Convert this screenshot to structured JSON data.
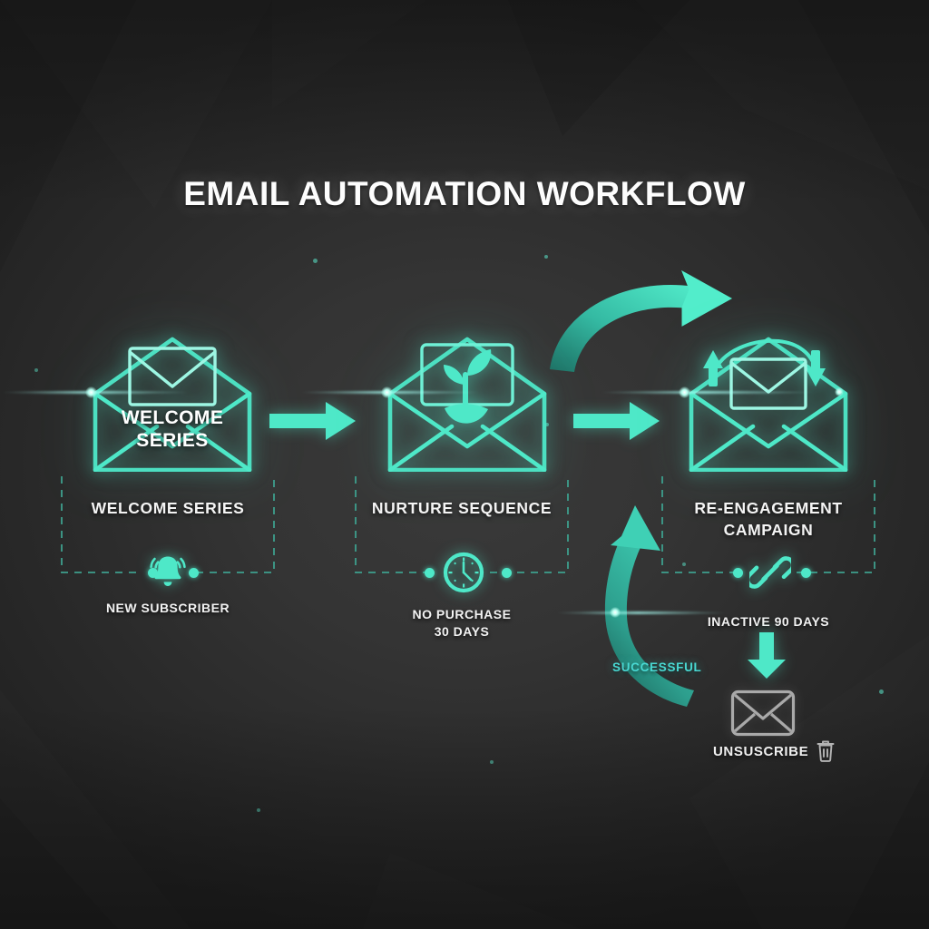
{
  "title": "EMAIL AUTOMATION WORKFLOW",
  "theme": {
    "accent": "#4EE8C8",
    "accent_dim": "#2e9e8c",
    "successful_text": "#49D8D2",
    "background": "#2F2F2F",
    "label_text": "#F4F4F4",
    "dashed_border": "#3E9F8D",
    "muted_gray": "#9A9A9A"
  },
  "nodes": [
    {
      "id": "welcome-series",
      "envelope_label": "WELCOME\nSERIES",
      "envelope_label_line1": "WELCOME",
      "envelope_label_line2": "SERIES",
      "stage_label": "WELCOME SERIES",
      "icon": "open-envelope-icon",
      "trigger_icon": "bell-icon",
      "trigger_label_line1": "NEW SUBSCRIBER",
      "trigger_label_line2": ""
    },
    {
      "id": "nurture-sequence",
      "envelope_label": "",
      "envelope_label_line1": "",
      "envelope_label_line2": "",
      "stage_label": "NURTURE SEQUENCE",
      "icon": "open-envelope-seedling-icon",
      "trigger_icon": "clock-icon",
      "trigger_label_line1": "NO PURCHASE",
      "trigger_label_line2": "30 DAYS"
    },
    {
      "id": "re-engagement-campaign",
      "envelope_label": "",
      "envelope_label_line1": "",
      "envelope_label_line2": "",
      "stage_label_line1": "RE-ENGAGEMENT",
      "stage_label_line2": "CAMPAIGN",
      "stage_label": "RE-ENGAGEMENT CAMPAIGN",
      "icon": "open-envelope-refresh-icon",
      "trigger_icon": "link-chain-icon",
      "trigger_label_line1": "INACTIVE 90 DAYS",
      "trigger_label_line2": ""
    }
  ],
  "connectors": {
    "arrow_1_2": "arrow-right-icon",
    "arrow_2_3": "arrow-right-icon",
    "top_curve": "curved-arrow-right-icon",
    "loop_back": "curved-arrow-up-icon",
    "loop_back_label": "SUCCESSFUL",
    "down_arrow": "arrow-down-icon"
  },
  "terminal": {
    "icon": "closed-envelope-icon",
    "label": "UNSUSCRIBE",
    "trash_icon": "trash-icon"
  }
}
